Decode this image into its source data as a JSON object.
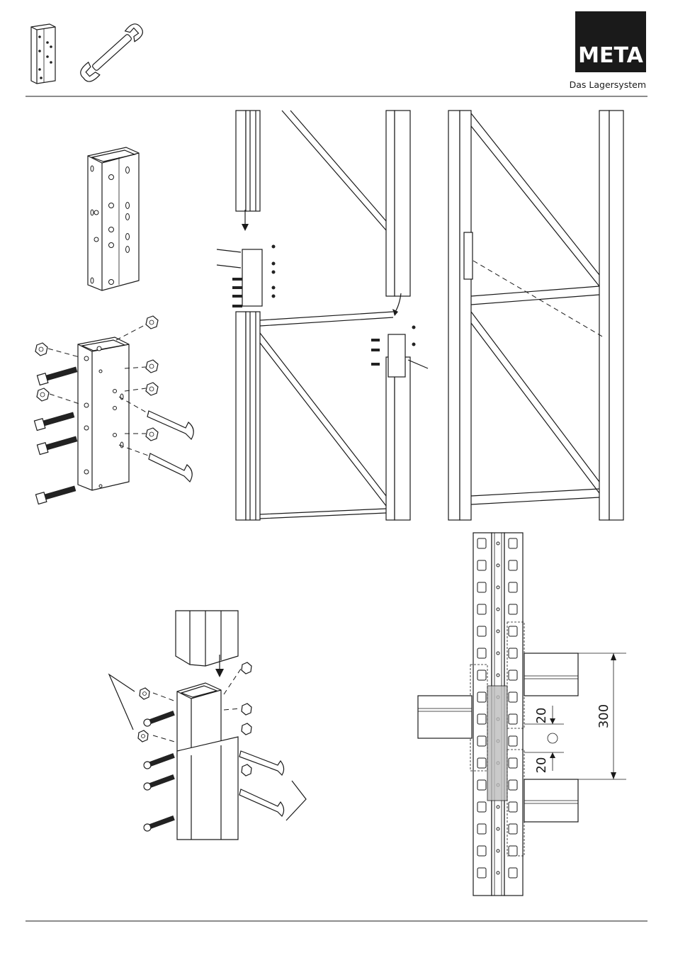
{
  "brand": {
    "name": "META",
    "tagline": "Das Lagersystem",
    "logo_bg": "#1a1a1a",
    "logo_fg": "#ffffff"
  },
  "toolbar_icons": [
    "connector-sleeve-icon",
    "wrench-icon"
  ],
  "dimensions": {
    "upper_offset": "20",
    "lower_offset": "20",
    "total_height": "300"
  },
  "colors": {
    "line": "#1a1a1a",
    "overlap_shade": "#bdbdbd"
  }
}
